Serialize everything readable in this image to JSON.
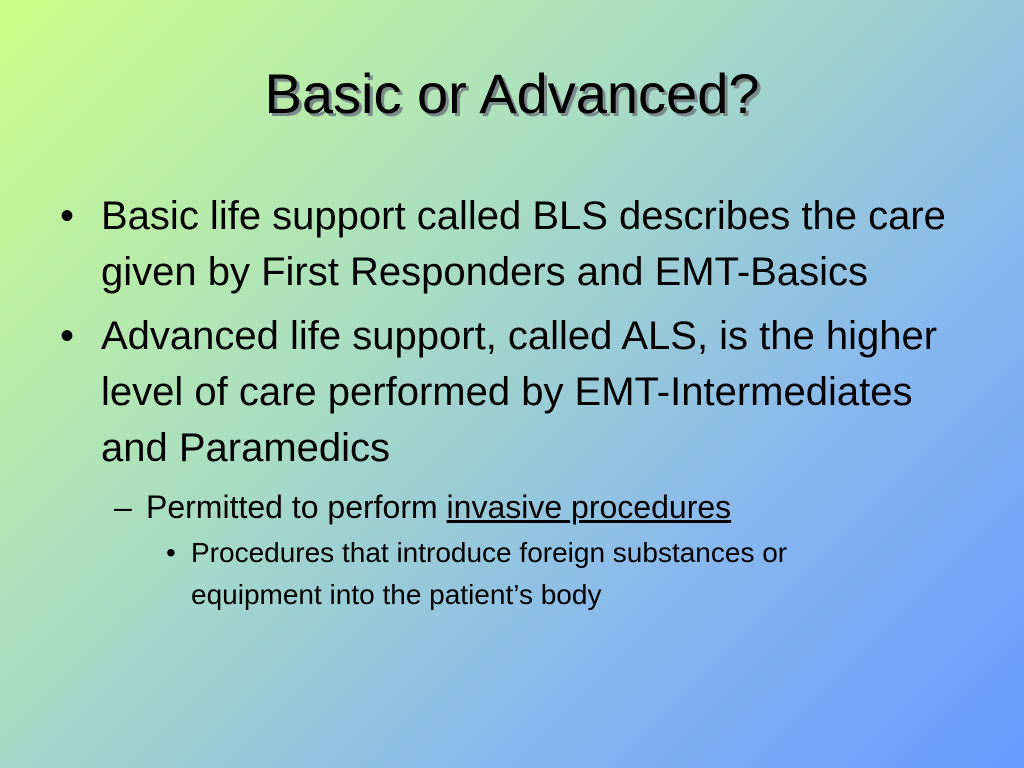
{
  "slide": {
    "title": "Basic or Advanced?",
    "bullets": [
      {
        "marker": "•",
        "text": "Basic life support called BLS describes the care given by First Responders and EMT-Basics"
      },
      {
        "marker": "•",
        "text": "Advanced life support, called ALS, is the higher level of care performed by EMT-Intermediates and Paramedics"
      }
    ],
    "sub_bullet": {
      "marker": "–",
      "text_before": "Permitted to perform ",
      "link_text": "invasive procedures"
    },
    "sub_sub_bullet": {
      "marker": "•",
      "text": "Procedures that introduce foreign substances or equipment into the patient’s body"
    }
  }
}
